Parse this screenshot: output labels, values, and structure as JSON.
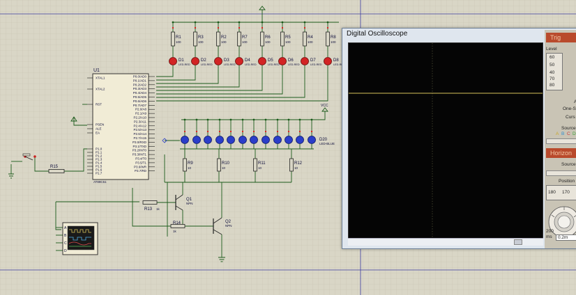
{
  "schematic": {
    "top_terminal": "",
    "resistors_top": [
      {
        "ref": "R1",
        "value": "100"
      },
      {
        "ref": "R3",
        "value": "100"
      },
      {
        "ref": "R2",
        "value": "100"
      },
      {
        "ref": "R7",
        "value": "100"
      },
      {
        "ref": "R6",
        "value": "100"
      },
      {
        "ref": "R5",
        "value": "100"
      },
      {
        "ref": "R4",
        "value": "100"
      },
      {
        "ref": "R8",
        "value": "100"
      }
    ],
    "leds_red": [
      {
        "ref": "D1",
        "type": "LED-RED"
      },
      {
        "ref": "D2",
        "type": "LED-RED"
      },
      {
        "ref": "D3",
        "type": "LED-RED"
      },
      {
        "ref": "D4",
        "type": "LED-RED"
      },
      {
        "ref": "D5",
        "type": "LED-RED"
      },
      {
        "ref": "D6",
        "type": "LED-RED"
      },
      {
        "ref": "D7",
        "type": "LED-RED"
      },
      {
        "ref": "D8",
        "type": "LED-RED"
      }
    ],
    "mcu": {
      "ref": "U1",
      "part": "AT89C51",
      "left_pins": [
        "XTAL1",
        "XTAL2",
        "RST",
        "PSEN",
        "ALE",
        "EA",
        "P1.0",
        "P1.1",
        "P1.2",
        "P1.3",
        "P1.4",
        "P1.5",
        "P1.6",
        "P1.7"
      ],
      "right_pins": [
        "P0.0/AD0",
        "P0.1/AD1",
        "P0.2/AD2",
        "P0.3/AD3",
        "P0.4/AD4",
        "P0.5/AD5",
        "P0.6/AD6",
        "P0.7/AD7",
        "P2.0/A8",
        "P2.1/A9",
        "P2.2/A10",
        "P2.3/A11",
        "P2.4/A12",
        "P2.5/A13",
        "P2.6/A14",
        "P2.7/A15",
        "P3.0/RXD",
        "P3.1/TXD",
        "P3.2/INT0",
        "P3.3/INT1",
        "P3.4/T0",
        "P3.5/T1",
        "P3.6/WR",
        "P3.7/RD"
      ]
    },
    "vcc_label": "VCC",
    "blue_led": {
      "ref": "D20",
      "type": "LED-BLUE"
    },
    "resistors_mid": [
      {
        "ref": "R9",
        "value": "10"
      },
      {
        "ref": "R10",
        "value": "10"
      },
      {
        "ref": "R11",
        "value": "10"
      },
      {
        "ref": "R12",
        "value": "10"
      }
    ],
    "r15": {
      "ref": "R15"
    },
    "r13": {
      "ref": "R13",
      "value": "1k"
    },
    "r14": {
      "ref": "R14",
      "value": "1k"
    },
    "q1": {
      "ref": "Q1",
      "type": "NPN"
    },
    "q2": {
      "ref": "Q2",
      "type": "NPN"
    },
    "scope_channels": [
      "A",
      "B",
      "C",
      "D"
    ]
  },
  "oscilloscope": {
    "title": "Digital Oscilloscope",
    "trigger_heading": "Trig",
    "level_label": "Level",
    "level_ticks": [
      "60",
      "50",
      "40",
      "70",
      "80"
    ],
    "panel_lines": [
      "A",
      "One-S",
      "Curs"
    ],
    "source_label": "Source",
    "source_channels": [
      "A",
      "B",
      "C",
      "D"
    ],
    "horizontal_heading": "Horizon",
    "h_source_label": "Source",
    "position_label": "Position",
    "position_ticks": [
      "180",
      "170"
    ],
    "dial_labels": [
      "200",
      "ms"
    ],
    "timebase_value": "0.2m",
    "colors": {
      "trace": "#d8c25a",
      "grid": "#6d6d4a",
      "channel_a": "#d8c25a",
      "channel_b": "#4fb0e8",
      "channel_c": "#d94b4b",
      "channel_d": "#5ac05a",
      "heading": "#b94a2c"
    }
  }
}
